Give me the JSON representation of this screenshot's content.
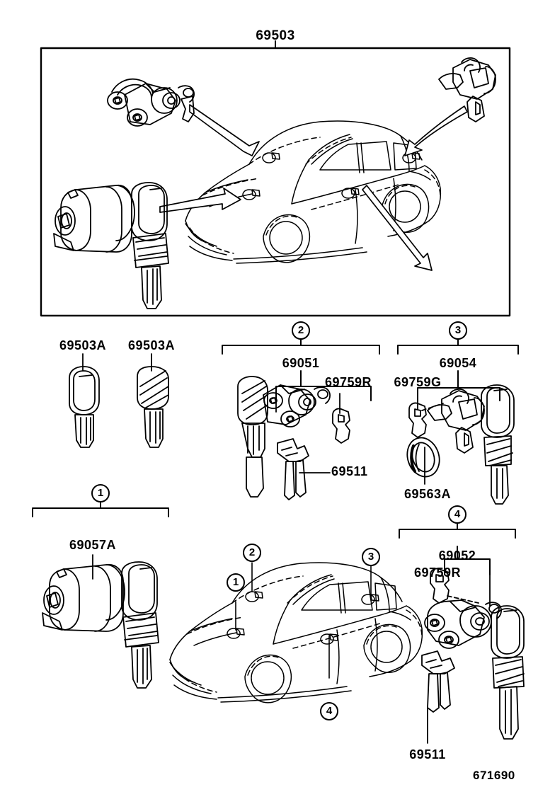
{
  "diagram": {
    "title": "69503",
    "reference_number": "671690",
    "top_frame_label": "69503",
    "callouts": [
      "1",
      "2",
      "3",
      "4"
    ],
    "groups": [
      {
        "callout": "1",
        "main_part": "69057A",
        "sub_parts": []
      },
      {
        "callout": "2",
        "main_part": "69051",
        "sub_parts": [
          "69759R",
          "69511"
        ]
      },
      {
        "callout": "3",
        "main_part": "69054",
        "sub_parts": [
          "69759G",
          "69563A"
        ]
      },
      {
        "callout": "4",
        "main_part": "69052",
        "sub_parts": [
          "69759R",
          "69511"
        ]
      }
    ],
    "key_blanks": [
      {
        "label": "69503A",
        "style": "master-key"
      },
      {
        "label": "69503A",
        "style": "valet-key"
      }
    ]
  },
  "labels": {
    "top_assembly": "69503",
    "key_left": "69503A",
    "key_right": "69503A",
    "group2_main": "69051",
    "group2_sub1": "69759R",
    "group2_sub2": "69511",
    "group3_main": "69054",
    "group3_sub1": "69759G",
    "group3_sub2": "69563A",
    "group1_main": "69057A",
    "group4_main": "69052",
    "group4_sub1": "69759R",
    "group4_sub2": "69511",
    "callout_1": "1",
    "callout_2": "2",
    "callout_3": "3",
    "callout_4": "4",
    "callout_car_1": "1",
    "callout_car_2": "2",
    "callout_car_3": "3",
    "callout_car_4": "4",
    "footer_ref": "671690"
  },
  "colors": {
    "line": "#000000",
    "background": "#ffffff"
  }
}
